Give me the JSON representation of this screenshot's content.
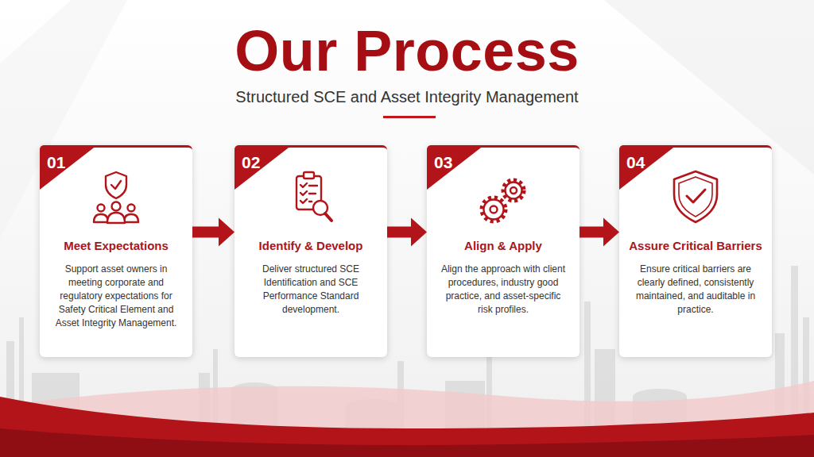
{
  "diagram": {
    "title": "Our Process",
    "caption": "Structured SCE and Asset Integrity Management",
    "nodes": [
      {
        "text": [
          "01",
          "Meet Expectations",
          "Support asset owners in meeting corporate and regulatory expectations for Safety Critical Element and Asset Integrity Management."
        ]
      },
      {
        "text": [
          "02",
          "Identify & Develop",
          "Deliver structured SCE Identification and SCE Performance Standard development."
        ]
      },
      {
        "text": [
          "03",
          "Align & Apply",
          "Align the approach with client procedures, industry good practice, and asset-specific risk profiles."
        ]
      },
      {
        "text": [
          "04",
          "Assure Critical Barriers",
          "Ensure critical barriers are clearly defined, consistently maintained, and auditable in practice."
        ]
      }
    ],
    "edges": [
      {
        "from": 0,
        "to": 1,
        "arrow": "to"
      },
      {
        "from": 1,
        "to": 2,
        "arrow": "to"
      },
      {
        "from": 2,
        "to": 3,
        "arrow": "to"
      }
    ]
  }
}
